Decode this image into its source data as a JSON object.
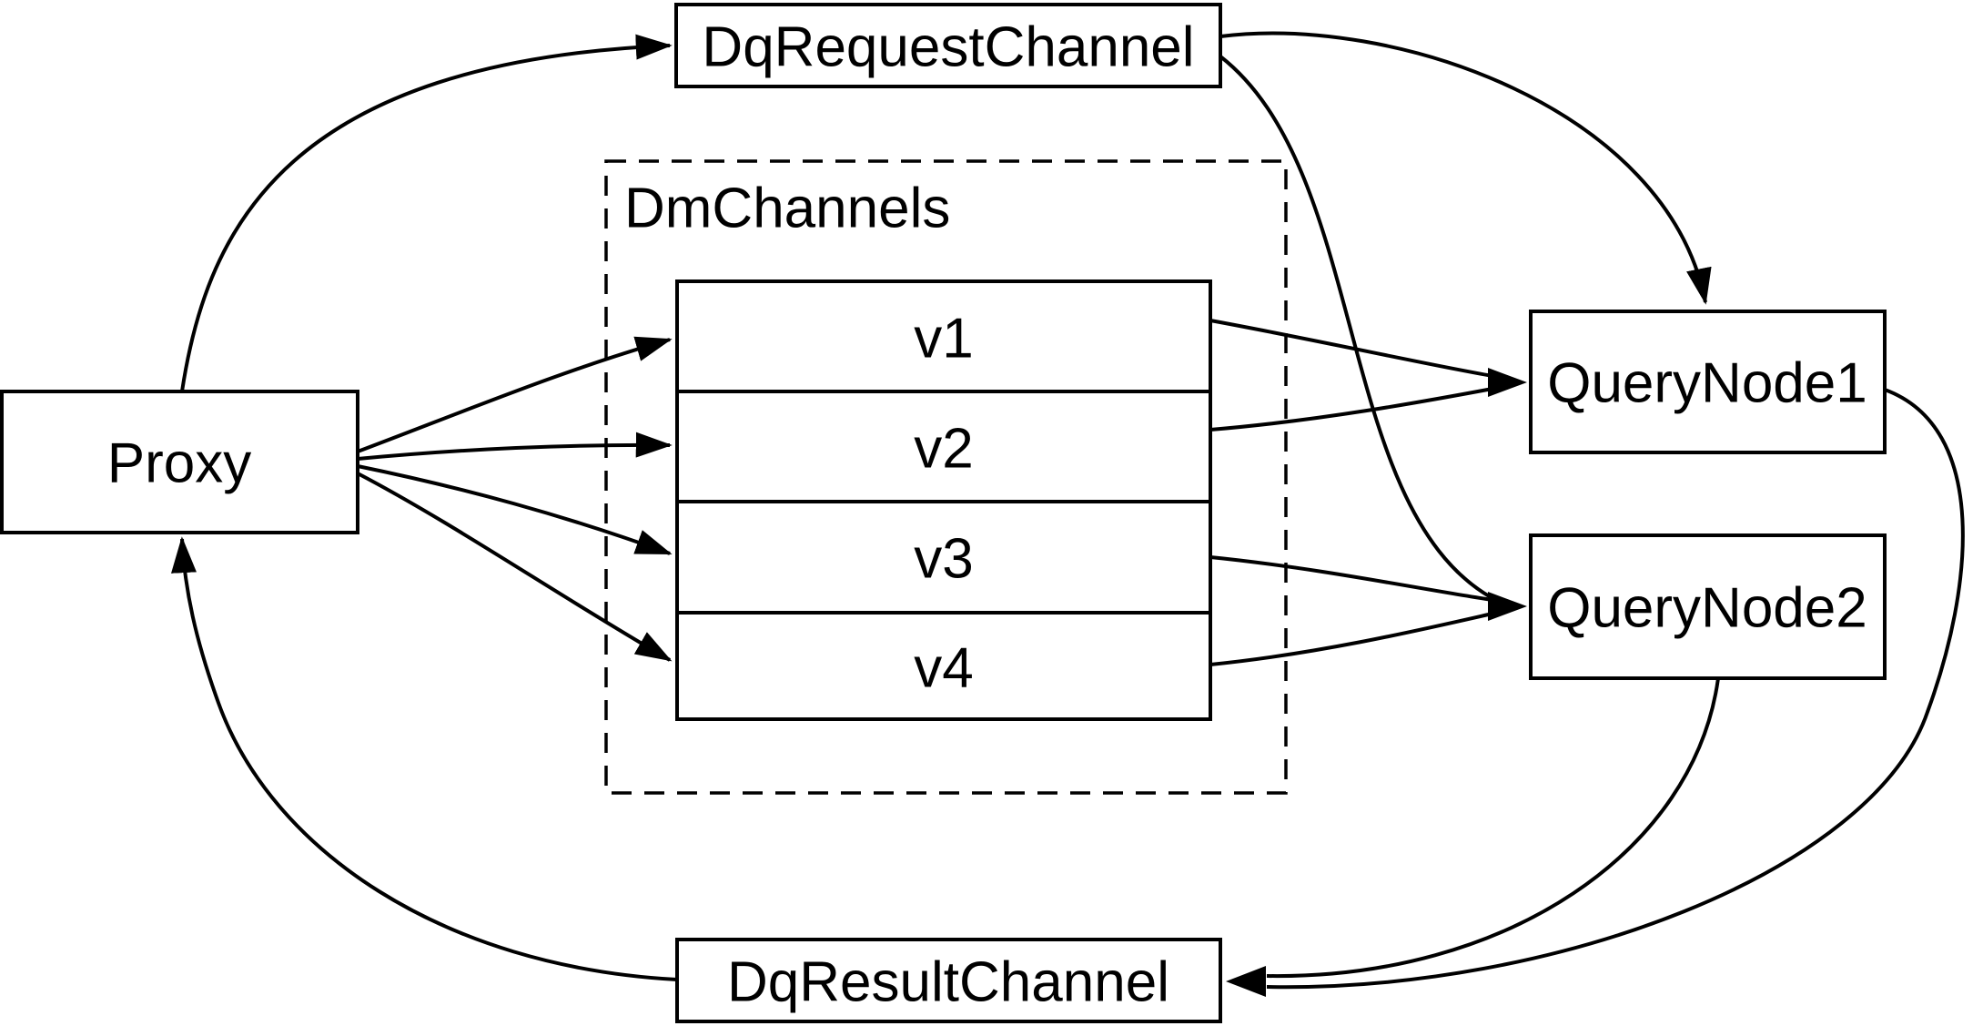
{
  "nodes": {
    "proxy": {
      "label": "Proxy"
    },
    "dq_request_channel": {
      "label": "DqRequestChannel"
    },
    "dm_channels": {
      "label": "DmChannels",
      "channels": [
        {
          "label": "v1"
        },
        {
          "label": "v2"
        },
        {
          "label": "v3"
        },
        {
          "label": "v4"
        }
      ]
    },
    "query_node_1": {
      "label": "QueryNode1"
    },
    "query_node_2": {
      "label": "QueryNode2"
    },
    "dq_result_channel": {
      "label": "DqResultChannel"
    }
  },
  "edges": [
    {
      "from": "Proxy",
      "to": "DqRequestChannel"
    },
    {
      "from": "DqRequestChannel",
      "to": "QueryNode1"
    },
    {
      "from": "DqRequestChannel",
      "to": "QueryNode2"
    },
    {
      "from": "Proxy",
      "to": "v1"
    },
    {
      "from": "Proxy",
      "to": "v2"
    },
    {
      "from": "Proxy",
      "to": "v3"
    },
    {
      "from": "Proxy",
      "to": "v4"
    },
    {
      "from": "v1",
      "to": "QueryNode1"
    },
    {
      "from": "v2",
      "to": "QueryNode1"
    },
    {
      "from": "v3",
      "to": "QueryNode2"
    },
    {
      "from": "v4",
      "to": "QueryNode2"
    },
    {
      "from": "QueryNode1",
      "to": "DqResultChannel"
    },
    {
      "from": "QueryNode2",
      "to": "DqResultChannel"
    },
    {
      "from": "DqResultChannel",
      "to": "Proxy"
    }
  ],
  "colors": {
    "stroke": "#000000",
    "background": "#ffffff"
  }
}
